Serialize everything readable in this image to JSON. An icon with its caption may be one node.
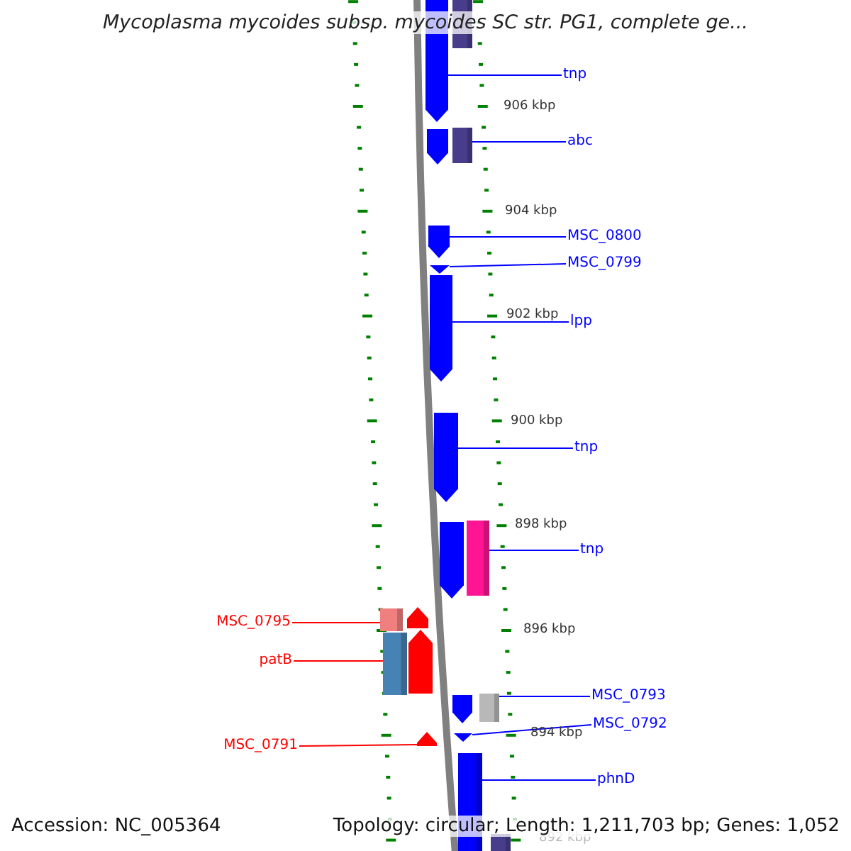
{
  "diagram": {
    "title": "Mycoplasma mycoides subsp. mycoides SC str. PG1, complete ge...",
    "nodes": [
      {
        "text": [],
        "shape": "pentagon"
      },
      {
        "text": [],
        "shape": "bar"
      },
      {
        "text": [
          "tnp"
        ]
      },
      {
        "text": [],
        "shape": "pentagon"
      },
      {
        "text": [],
        "shape": "bar"
      },
      {
        "text": [
          "abc"
        ]
      },
      {
        "text": [],
        "shape": "pentagon"
      },
      {
        "text": [
          "MSC_0800"
        ]
      },
      {
        "text": [],
        "shape": "pentagon"
      },
      {
        "text": [
          "MSC_0799"
        ]
      },
      {
        "text": [],
        "shape": "pentagon"
      },
      {
        "text": [
          "lpp"
        ]
      },
      {
        "text": [],
        "shape": "pentagon"
      },
      {
        "text": [
          "tnp"
        ]
      },
      {
        "text": [],
        "shape": "pentagon"
      },
      {
        "text": [],
        "shape": "bar"
      },
      {
        "text": [
          "tnp"
        ]
      },
      {
        "text": [
          "MSC_0795"
        ]
      },
      {
        "text": [],
        "shape": "bar"
      },
      {
        "text": [],
        "shape": "pentagon"
      },
      {
        "text": [
          "patB"
        ]
      },
      {
        "text": [],
        "shape": "bar"
      },
      {
        "text": [],
        "shape": "pentagon"
      },
      {
        "text": [],
        "shape": "pentagon"
      },
      {
        "text": [],
        "shape": "bar"
      },
      {
        "text": [
          "MSC_0793"
        ]
      },
      {
        "text": [],
        "shape": "pentagon"
      },
      {
        "text": [
          "MSC_0792"
        ]
      },
      {
        "text": [
          "MSC_0791"
        ]
      },
      {
        "text": [],
        "shape": "pentagon"
      },
      {
        "text": [],
        "shape": "bar"
      },
      {
        "text": [
          "phnD"
        ]
      },
      {
        "text": [],
        "shape": "bar"
      }
    ],
    "edges": [
      {
        "from": 2,
        "to": 0,
        "arrow": "none"
      },
      {
        "from": 5,
        "to": 4,
        "arrow": "none"
      },
      {
        "from": 7,
        "to": 6,
        "arrow": "none"
      },
      {
        "from": 9,
        "to": 8,
        "arrow": "none"
      },
      {
        "from": 11,
        "to": 10,
        "arrow": "none"
      },
      {
        "from": 13,
        "to": 12,
        "arrow": "none"
      },
      {
        "from": 16,
        "to": 15,
        "arrow": "none"
      },
      {
        "from": 17,
        "to": 18,
        "arrow": "none",
        "color": "#ff0000"
      },
      {
        "from": 20,
        "to": 21,
        "arrow": "none",
        "color": "#ff0000"
      },
      {
        "from": 25,
        "to": 24,
        "arrow": "none"
      },
      {
        "from": 27,
        "to": 26,
        "arrow": "none"
      },
      {
        "from": 28,
        "to": 29,
        "arrow": "none",
        "color": "#ff0000"
      },
      {
        "from": 31,
        "to": 30,
        "arrow": "none"
      }
    ],
    "labels": [
      "906 kbp",
      "904 kbp",
      "902 kbp",
      "900 kbp",
      "898 kbp",
      "896 kbp",
      "894 kbp",
      "892 kbp",
      "Accession: NC_005364",
      "Topology: circular; Length: 1,211,703 bp; Genes: 1,052"
    ]
  }
}
